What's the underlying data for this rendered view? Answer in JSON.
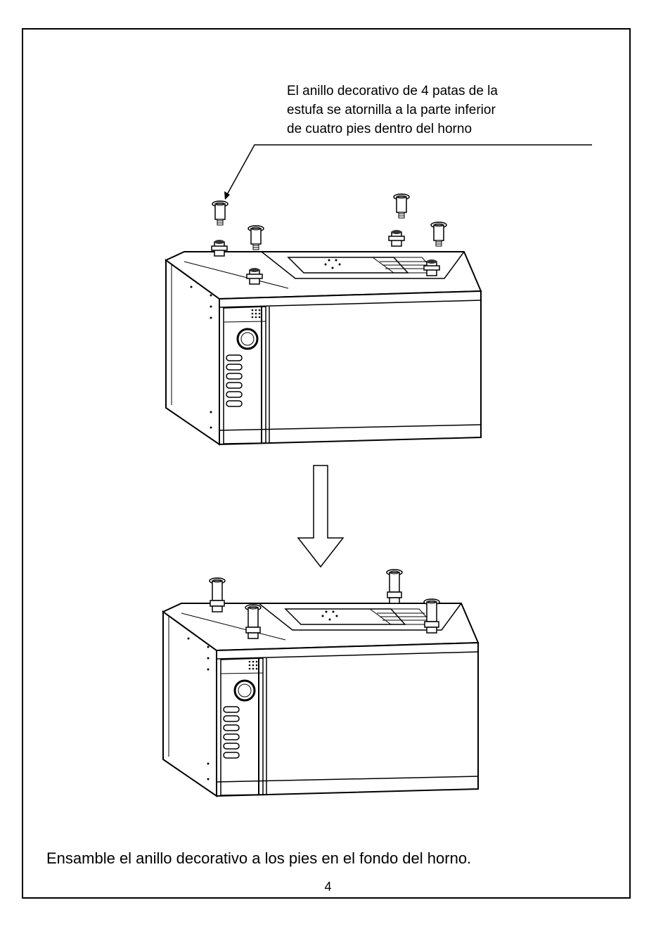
{
  "callout": {
    "lines": [
      "El anillo decorativo de 4 patas de la",
      "estufa se atornilla a la parte inferior",
      "de cuatro pies dentro del horno"
    ]
  },
  "caption": "Ensamble el anillo decorativo a los pies en el fondo del horno.",
  "page_number": "4",
  "figures": {
    "before": "oven-with-rings-separated",
    "after": "oven-with-rings-installed",
    "arrow": "down-arrow-icon"
  }
}
